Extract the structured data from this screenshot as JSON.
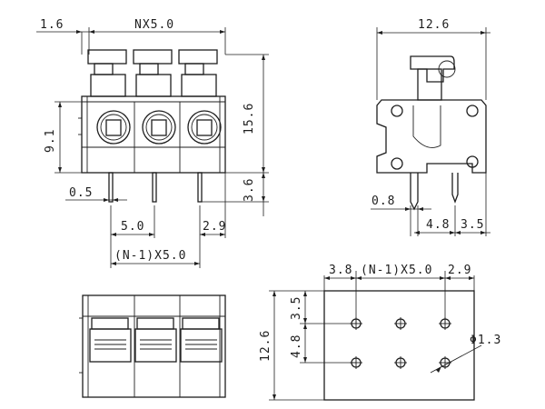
{
  "front_view": {
    "dims": {
      "pitch_total": "NX5.0",
      "left_offset": "1.6",
      "height_body": "15.6",
      "height_side": "9.1",
      "pin_length": "3.6",
      "pin_width": "0.5",
      "pin_pitch": "5.0",
      "edge_offset": "2.9",
      "total_span": "(N-1)X5.0"
    }
  },
  "side_view": {
    "dims": {
      "width": "12.6",
      "pin_thickness": "0.8",
      "pin_spacing": "4.8",
      "pin_edge": "3.5"
    }
  },
  "bottom_view": {
    "dims": {}
  },
  "pcb_layout": {
    "dims": {
      "left": "3.8",
      "span": "(N-1)X5.0",
      "right": "2.9",
      "height": "12.6",
      "top_row": "3.5",
      "row_gap": "4.8",
      "hole_diameter": "Φ1.3"
    }
  }
}
